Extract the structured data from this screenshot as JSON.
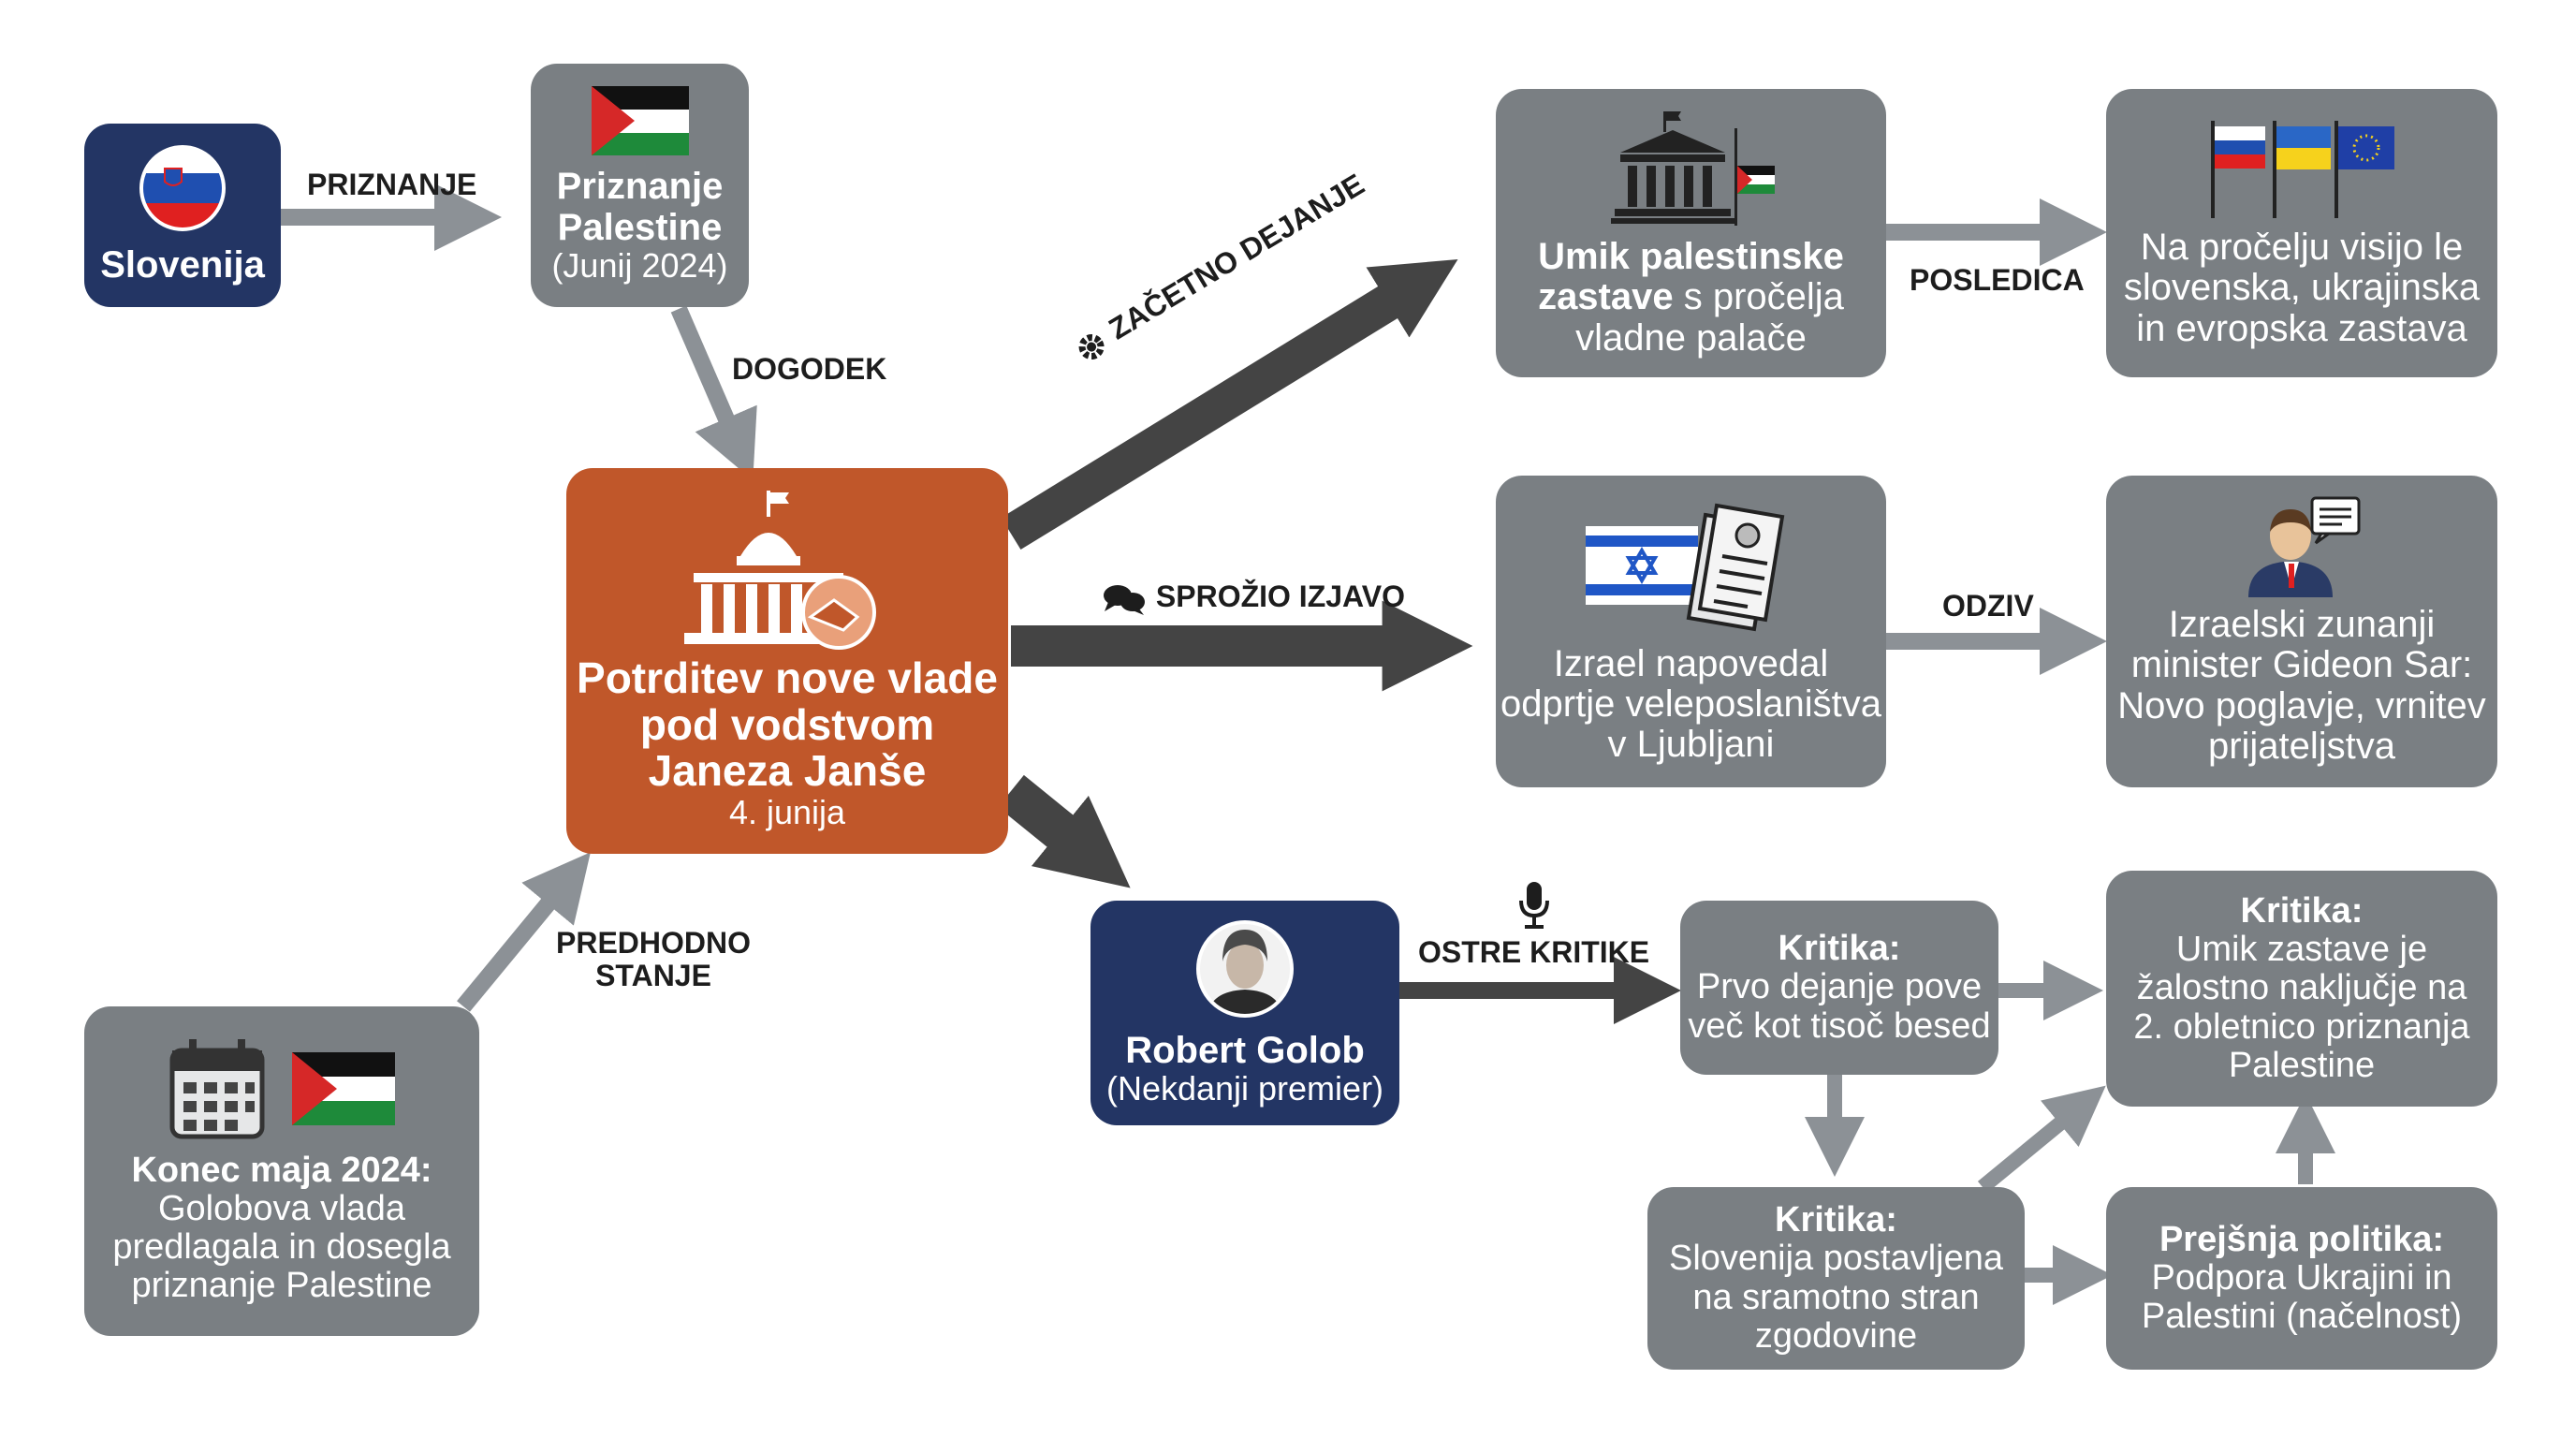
{
  "nodes": {
    "slovenija": {
      "label": "Slovenija"
    },
    "priznanje": {
      "title_1": "Priznanje",
      "title_2": "Palestine",
      "sub": "(Junij 2024)"
    },
    "center": {
      "line1": "Potrditev nove vlade",
      "line2": "pod vodstvom",
      "line3": "Janeza Janše",
      "date": "4. junija"
    },
    "konec": {
      "title": "Konec maja 2024:",
      "line1": "Golobova vlada",
      "line2": "predlagala in dosegla",
      "line3": "priznanje Palestine"
    },
    "umik": {
      "bold1": "Umik palestinske",
      "bold2": "zastave",
      "rest2": " s pročelja",
      "line3": "vladne palače"
    },
    "procelje": {
      "line1": "Na pročelju visijo le",
      "line2": "slovenska, ukrajinska",
      "line3": "in evropska zastava"
    },
    "izrael": {
      "line1": "Izrael napovedal",
      "line2": "odprtje veleposlaništva",
      "line3": "v Ljubljani"
    },
    "sar": {
      "line1": "Izraelski zunanji",
      "line2": "minister Gideon Sar:",
      "line3": "Novo poglavje, vrnitev",
      "line4": "prijateljstva"
    },
    "golob": {
      "name": "Robert Golob",
      "role": "(Nekdanji premier)"
    },
    "kritika1": {
      "title": "Kritika:",
      "line1": "Prvo dejanje pove",
      "line2": "več kot tisoč besed"
    },
    "kritika2": {
      "title": "Kritika:",
      "line1": "Umik zastave je",
      "line2": "žalostno naključje na",
      "line3": "2. obletnico priznanja",
      "line4": "Palestine"
    },
    "kritika3": {
      "title": "Kritika:",
      "line1": "Slovenija postavljena",
      "line2": "na sramotno stran",
      "line3": "zgodovine"
    },
    "prejsnja": {
      "title": "Prejšnja politika:",
      "line1": "Podpora Ukrajini in",
      "line2": "Palestini (načelnost)"
    }
  },
  "labels": {
    "priznanje": "PRIZNANJE",
    "dogodek": "DOGODEK",
    "zacetno": "ZAČETNO DEJANJE",
    "posledica": "POSLEDICA",
    "sprozio": "SPROŽIO IZJAVO",
    "odziv": "ODZIV",
    "predhodno_1": "PREDHODNO",
    "predhodno_2": "STANJE",
    "ostre": "OSTRE KRITIKE"
  },
  "icons": [
    "slovenia-flag-icon",
    "palestine-flag-icon",
    "government-building-icon",
    "handshake-icon",
    "gear-icon",
    "speech-bubbles-icon",
    "microphone-icon",
    "israel-flag-icon",
    "document-icon",
    "calendar-icon",
    "flags-icon",
    "businessman-icon",
    "portrait-icon"
  ],
  "colors": {
    "navy": "#233564",
    "gray": "#7a7f83",
    "orange": "#c0572a",
    "arrow_dark": "#444444",
    "arrow_gray": "#8c9196"
  }
}
